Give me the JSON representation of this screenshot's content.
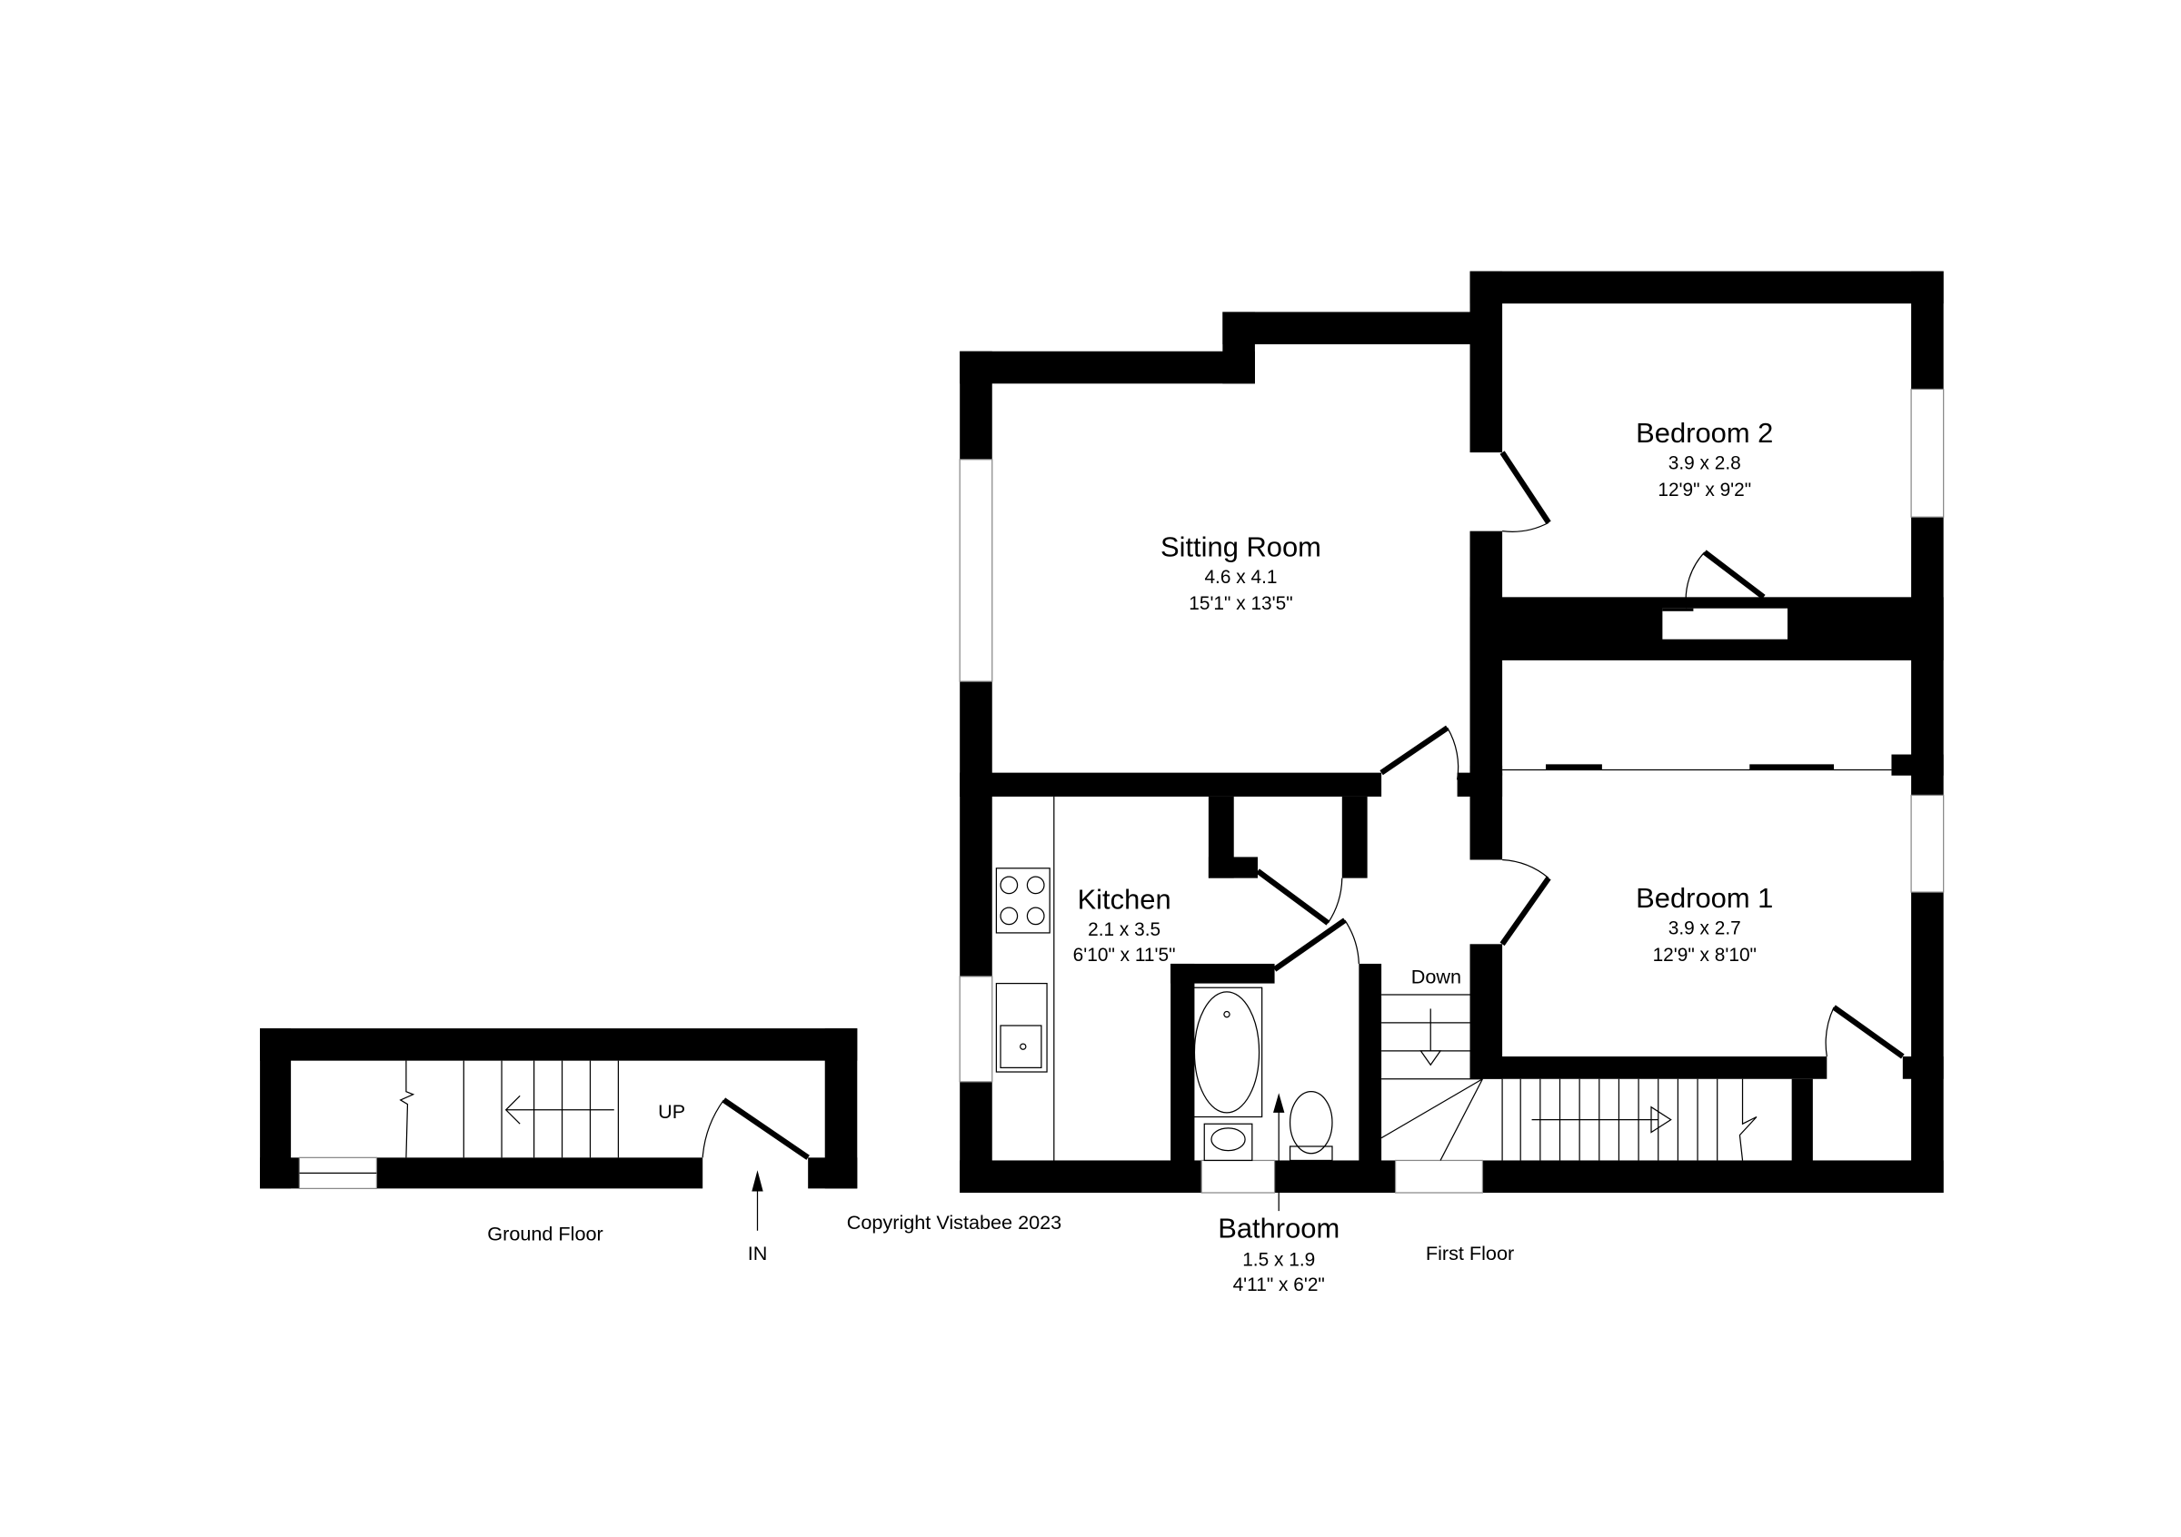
{
  "rooms": {
    "sitting_room": {
      "name": "Sitting Room",
      "metric": "4.6 x 4.1",
      "imperial": "15'1\" x 13'5\""
    },
    "bedroom_2": {
      "name": "Bedroom 2",
      "metric": "3.9 x 2.8",
      "imperial": "12'9\" x 9'2\""
    },
    "bedroom_1": {
      "name": "Bedroom 1",
      "metric": "3.9 x 2.7",
      "imperial": "12'9\" x 8'10\""
    },
    "kitchen": {
      "name": "Kitchen",
      "metric": "2.1 x 3.5",
      "imperial": "6'10\" x 11'5\""
    },
    "bathroom": {
      "name": "Bathroom",
      "metric": "1.5 x 1.9",
      "imperial": "4'11\" x 6'2\""
    }
  },
  "labels": {
    "down": "Down",
    "up": "UP",
    "in": "IN",
    "ground_floor": "Ground Floor",
    "first_floor": "First Floor",
    "copyright": "Copyright Vistabee 2023"
  }
}
